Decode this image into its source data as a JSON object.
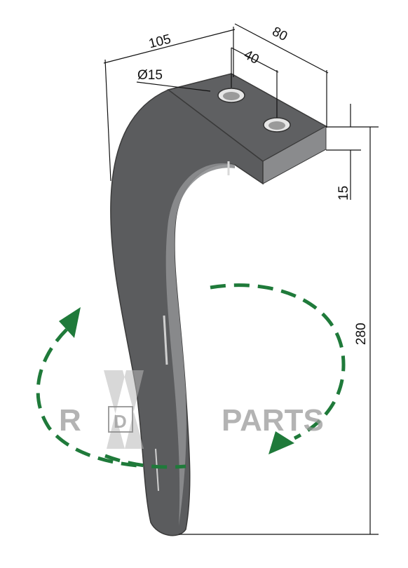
{
  "dimensions": {
    "width_105": "105",
    "width_80": "80",
    "hole_spacing_40": "40",
    "hole_diameter": "Ø15",
    "thickness_15": "15",
    "height_280": "280"
  },
  "watermark": {
    "letter_r": "R",
    "letter_d": "D",
    "parts": "PARTS"
  },
  "colors": {
    "tine_body": "#5b5c5e",
    "tine_highlight": "#8d8e90",
    "rotation_arrow": "#1f7a3a",
    "dimension_lines": "#111111"
  },
  "icons": {
    "rotation": "rotation-arrows-icon",
    "logo": "rdm-logo-icon"
  }
}
